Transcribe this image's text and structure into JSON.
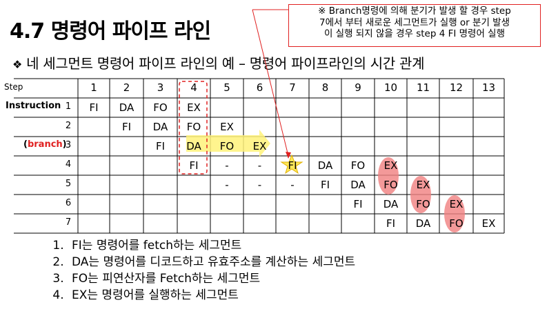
{
  "title": "4.7 명령어 파이프 라인",
  "note": {
    "lines": [
      "※ Branch명령에 의해 분기가 발생 할 경우 step",
      "7에서 부터 새로운 세그먼트가 실행 or 분기 발생",
      "이 실행 되지 않을 경우 step 4 FI 명령어 실행"
    ]
  },
  "subtitle_bullet": "❖",
  "subtitle": "네 세그먼트 명령어 파이프 라인의 예 – 명령어 파이프라인의 시간 관계",
  "table": {
    "step_label": "Step",
    "instruction_label": "Instruction",
    "branch_label": "branch",
    "steps": [
      "1",
      "2",
      "3",
      "4",
      "5",
      "6",
      "7",
      "8",
      "9",
      "10",
      "11",
      "12",
      "13"
    ],
    "rows": [
      {
        "num": "1",
        "cells": [
          "FI",
          "DA",
          "FO",
          "EX",
          "",
          "",
          "",
          "",
          "",
          "",
          "",
          "",
          ""
        ]
      },
      {
        "num": "2",
        "cells": [
          "",
          "FI",
          "DA",
          "FO",
          "EX",
          "",
          "",
          "",
          "",
          "",
          "",
          "",
          ""
        ]
      },
      {
        "num": "3",
        "cells": [
          "",
          "",
          "FI",
          "DA",
          "FO",
          "EX",
          "",
          "",
          "",
          "",
          "",
          "",
          ""
        ]
      },
      {
        "num": "4",
        "cells": [
          "",
          "",
          "",
          "FI",
          "-",
          "-",
          "FI",
          "DA",
          "FO",
          "EX",
          "",
          "",
          ""
        ]
      },
      {
        "num": "5",
        "cells": [
          "",
          "",
          "",
          "",
          "-",
          "-",
          "-",
          "FI",
          "DA",
          "FO",
          "EX",
          "",
          ""
        ]
      },
      {
        "num": "6",
        "cells": [
          "",
          "",
          "",
          "",
          "",
          "",
          "",
          "",
          "FI",
          "DA",
          "FO",
          "EX",
          ""
        ]
      },
      {
        "num": "7",
        "cells": [
          "",
          "",
          "",
          "",
          "",
          "",
          "",
          "",
          "",
          "FI",
          "DA",
          "FO",
          "EX"
        ]
      }
    ]
  },
  "colors": {
    "grid": "#000000",
    "red": "#e02020",
    "highlight_yellow": "#fff27a",
    "ellipse_fill": "#f08080"
  },
  "definitions": [
    "FI는 명령어를 fetch하는 세그먼트",
    "DA는 명령어를 디코드하고 유효주소를 계산하는 세그먼트",
    "FO는 피연산자를 Fetch하는 세그먼트",
    "EX는 명령어를 실행하는 세그먼트"
  ]
}
